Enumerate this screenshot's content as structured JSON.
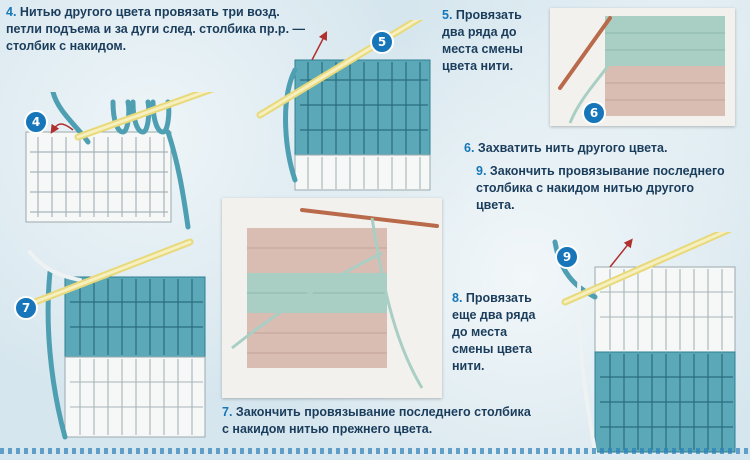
{
  "steps": {
    "s4": {
      "num": "4.",
      "text": "Нитью другого цвета провязать три возд. петли подъема и за дуги след. столбика пр.р. — столбик с накидом.",
      "badge": "4"
    },
    "s5": {
      "num": "5.",
      "text": "Провязать два ряда до места смены цвета нити.",
      "badge": "5"
    },
    "s6": {
      "num": "6.",
      "text": "Захватить нить другого цвета.",
      "badge": "6"
    },
    "s7": {
      "num": "7.",
      "text": "Закончить провязывание последнего столбика с накидом нитью прежнего цвета.",
      "badge": "7"
    },
    "s8": {
      "num": "8.",
      "text": "Провязать еще два ряда до места смены цвета нити.",
      "badge": ""
    },
    "s9": {
      "num": "9.",
      "text": "Закончить провязывание последнего столбика с накидом нитью другого цвета.",
      "badge": "9"
    }
  },
  "colors": {
    "accent": "#1577b8",
    "teal": "#5aa8b8",
    "white_yarn": "#f4f7f8",
    "pink": "#d9bdb3",
    "mint": "#a9cfc4",
    "hook": "#f2e6a0"
  }
}
